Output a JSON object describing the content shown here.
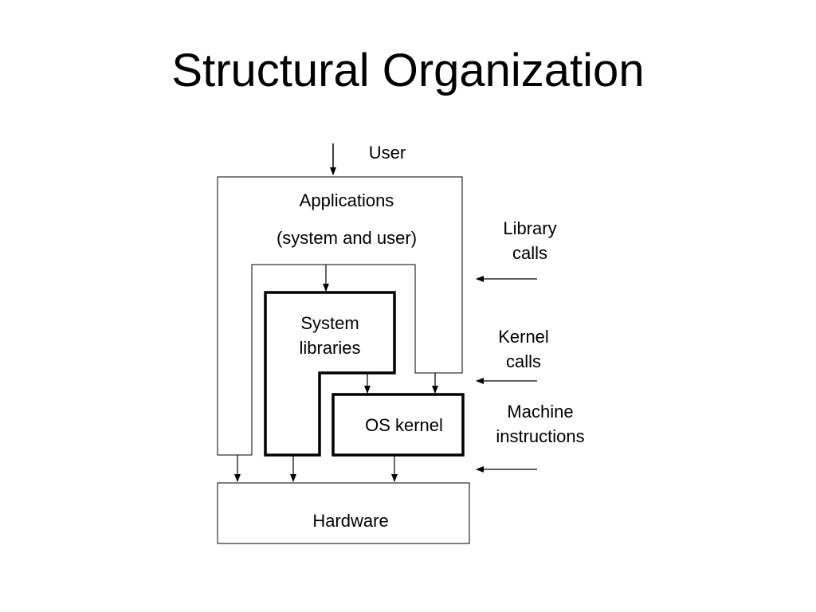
{
  "slide": {
    "title": "Structural Organization"
  },
  "diagram": {
    "user_label": "User",
    "applications": {
      "line1": "Applications",
      "line2": "(system and user)"
    },
    "system_libraries": {
      "line1": "System",
      "line2": "libraries"
    },
    "os_kernel": "OS kernel",
    "hardware": "Hardware",
    "side_labels": {
      "library_calls": {
        "line1": "Library",
        "line2": "calls"
      },
      "kernel_calls": {
        "line1": "Kernel",
        "line2": "calls"
      },
      "machine_instructions": {
        "line1": "Machine",
        "line2": "instructions"
      }
    }
  },
  "colors": {
    "stroke": "#000000",
    "background": "#ffffff"
  }
}
